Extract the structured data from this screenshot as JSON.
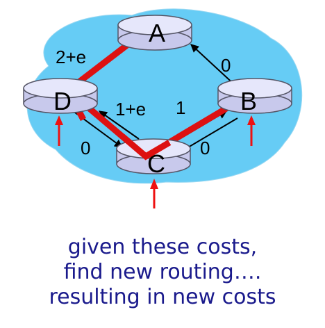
{
  "colors": {
    "cloud": "#66ccf5",
    "router_fill": "#c8c9ec",
    "router_top": "#e6e7fb",
    "router_stroke": "#555566",
    "path": "#dd1111",
    "arrow_red": "#ee1111",
    "link": "#000000",
    "caption": "#1a1a8c"
  },
  "nodes": {
    "A": {
      "label": "A"
    },
    "B": {
      "label": "B"
    },
    "C": {
      "label": "C"
    },
    "D": {
      "label": "D"
    }
  },
  "edge_labels": {
    "d_to_a": "2+e",
    "b_to_a": "0",
    "c_to_d": "1+e",
    "c_to_b": "1",
    "d_to_c": "0",
    "b_to_c": "0"
  },
  "caption": {
    "line1": "given these costs,",
    "line2": "find new routing….",
    "line3": "resulting in new costs"
  }
}
